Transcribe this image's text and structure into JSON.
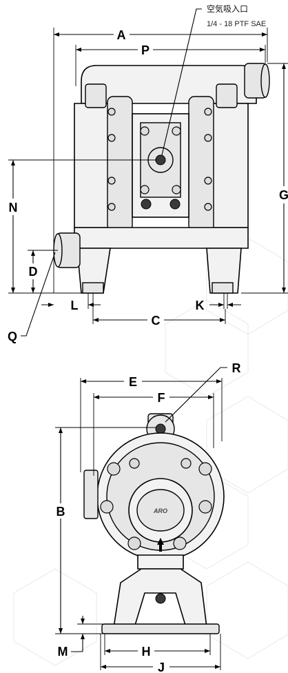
{
  "top_view": {
    "air_inlet_label": "空気吸入口",
    "air_inlet_spec": "1/4 - 18 PTF SAE",
    "dims": {
      "A": "A",
      "P": "P",
      "G": "G",
      "N": "N",
      "D": "D",
      "L": "L",
      "K": "K",
      "C": "C",
      "Q": "Q"
    }
  },
  "side_view": {
    "dims": {
      "R": "R",
      "E": "E",
      "F": "F",
      "B": "B",
      "M": "M",
      "H": "H",
      "J": "J"
    },
    "logo_text": "ARO"
  }
}
